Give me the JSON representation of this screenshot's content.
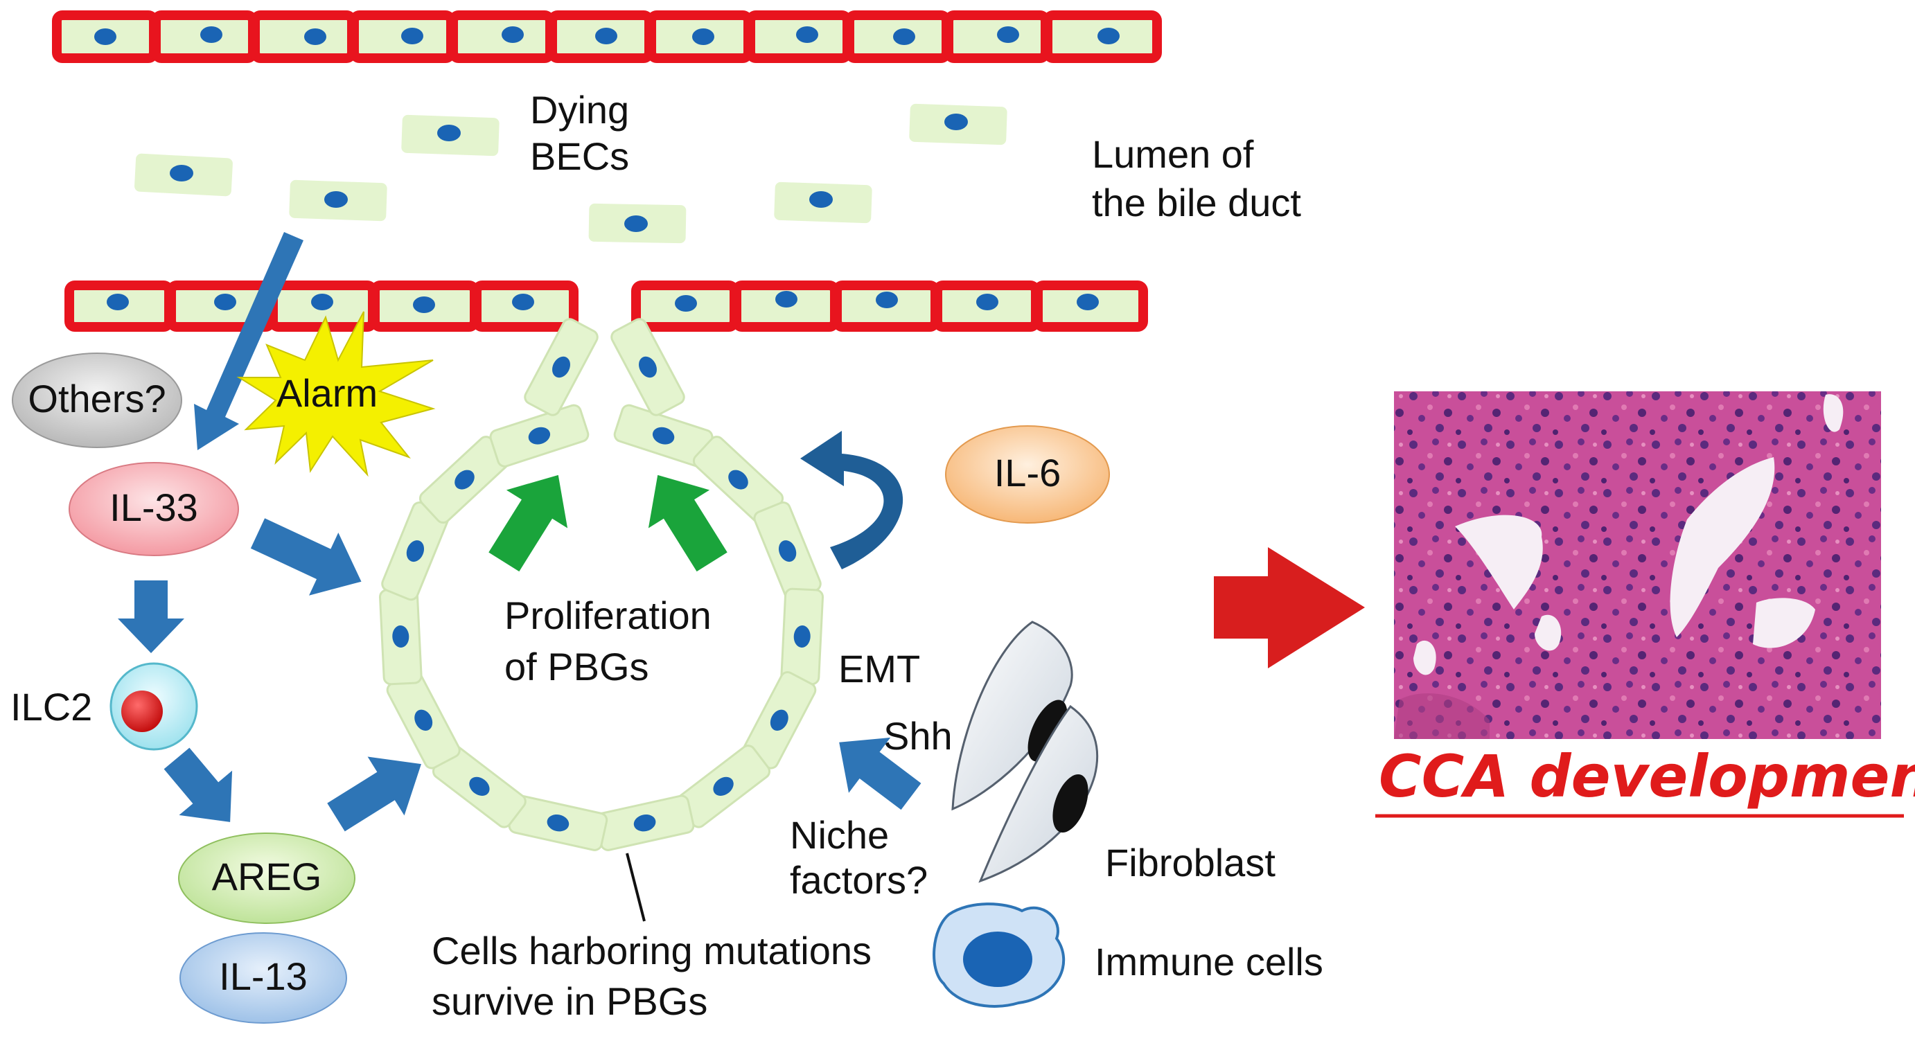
{
  "labels": {
    "dying_becs": [
      "Dying",
      "BECs"
    ],
    "lumen": [
      "Lumen of",
      "the bile duct"
    ],
    "others": "Others?",
    "alarm": "Alarm",
    "il33": "IL-33",
    "ilc2": "ILC2",
    "areg": "AREG",
    "il13": "IL-13",
    "il6": "IL-6",
    "proliferation": [
      "Proliferation",
      "of PBGs"
    ],
    "emt": "EMT",
    "shh": "Shh",
    "niche": [
      "Niche",
      "factors?"
    ],
    "fibroblast": "Fibroblast",
    "immune": "Immune cells",
    "mutations": [
      "Cells harboring mutations",
      "survive in PBGs"
    ],
    "cca": "CCA development"
  },
  "colors": {
    "bec_border": "#e8141e",
    "cell_fill": "#e4f4cf",
    "nucleus": "#1a64b4",
    "arrow_blue": "#2e75b6",
    "arrow_green": "#1aa43b",
    "arrow_red": "#d81e1e",
    "alarm": "#f4f000",
    "cca_text": "#e01b1b"
  },
  "icons": {
    "histology": "he-stained-tissue-image",
    "fibroblast": "fibroblast-cell-icon",
    "immune": "immune-cell-icon"
  }
}
